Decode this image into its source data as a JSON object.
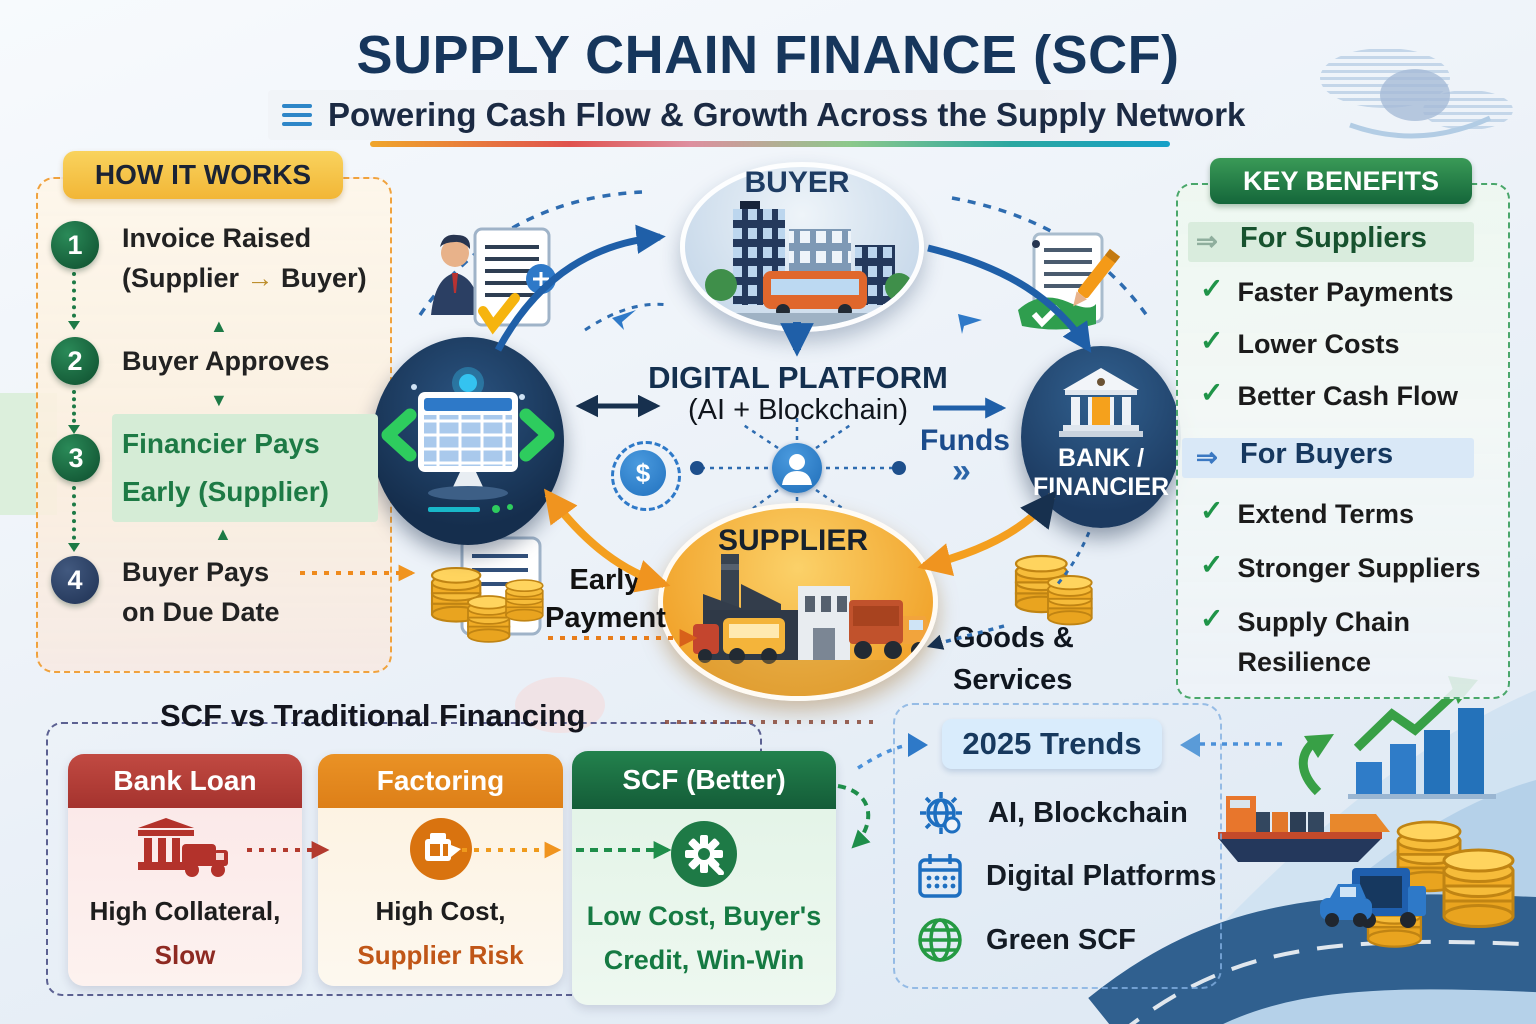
{
  "header": {
    "title": "SUPPLY CHAIN FINANCE (SCF)",
    "subtitle": "Powering Cash Flow & Growth Across the Supply Network"
  },
  "how_it_works": {
    "title": "HOW IT WORKS",
    "steps": [
      {
        "num": "1",
        "line1": "Invoice Raised",
        "line2_pre": "(Supplier",
        "line2_arrow": "→",
        "line2_post": "Buyer)"
      },
      {
        "num": "2",
        "line1": "Buyer Approves"
      },
      {
        "num": "3",
        "line1": "Financier Pays",
        "line2": "Early (Supplier)"
      },
      {
        "num": "4",
        "line1": "Buyer Pays",
        "line2": "on Due Date"
      }
    ]
  },
  "diagram": {
    "buyer": "BUYER",
    "platform_title": "DIGITAL PLATFORM",
    "platform_sub": "(AI + Blockchain)",
    "bank_line1": "BANK /",
    "bank_line2": "FINANCIER",
    "supplier": "SUPPLIER",
    "funds": "Funds",
    "early_line1": "Early",
    "early_line2": "Payment",
    "goods_line1": "Goods &",
    "goods_line2": "Services"
  },
  "key_benefits": {
    "title": "KEY BENEFITS",
    "suppliers_heading": "For Suppliers",
    "suppliers_items": [
      "Faster Payments",
      "Lower Costs",
      "Better Cash Flow"
    ],
    "buyers_heading": "For Buyers",
    "buyers_items": [
      "Extend Terms",
      "Stronger Suppliers",
      "Supply Chain Resilience"
    ]
  },
  "comparison": {
    "title": "SCF vs Traditional Financing",
    "cards": [
      {
        "header": "Bank Loan",
        "line1": "High Collateral,",
        "line2": "Slow"
      },
      {
        "header": "Factoring",
        "line1": "High Cost,",
        "line2": "Supplier Risk"
      },
      {
        "header": "SCF (Better)",
        "line1": "Low Cost, Buyer's",
        "line2": "Credit, Win-Win"
      }
    ]
  },
  "trends": {
    "title": "2025 Trends",
    "items": [
      {
        "label": "AI, Blockchain"
      },
      {
        "label": "Digital Platforms"
      },
      {
        "label": "Green SCF"
      }
    ]
  },
  "icons": {
    "check": "✓",
    "section_arrow": "⇒",
    "triangle_up": "▲",
    "triangle_down": "▼",
    "chevrons_right": "»",
    "dollar": "$"
  },
  "colors": {
    "gold": "#f6c244",
    "green": "#1d7a46",
    "navy": "#16365c",
    "orange": "#f0941f",
    "red": "#b23c34",
    "blue": "#2e79c8"
  }
}
